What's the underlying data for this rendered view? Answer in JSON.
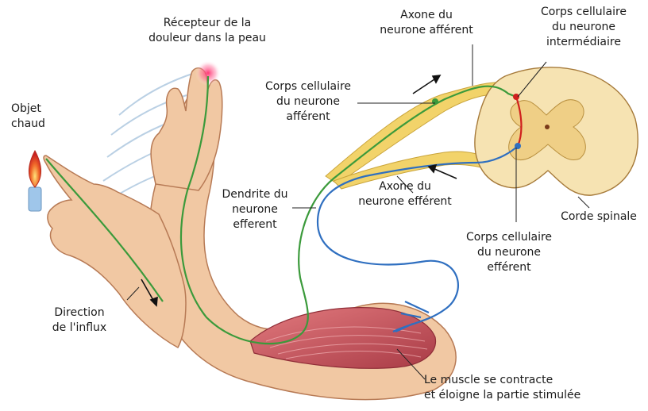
{
  "labels": {
    "pain_receptor": [
      "Récepteur de la",
      "douleur dans la peau"
    ],
    "hot_object": [
      "Objet",
      "chaud"
    ],
    "afferent_axon": [
      "Axone du",
      "neurone afférent"
    ],
    "interneuron_body": [
      "Corps cellulaire",
      "du neurone",
      "intermédiaire"
    ],
    "afferent_body": [
      "Corps cellulaire",
      "du neurone",
      "afférent"
    ],
    "afferent_dendrite": [
      "Dendrite du",
      "neurone",
      "efferent"
    ],
    "efferent_axon": [
      "Axone du",
      "neurone efférent"
    ],
    "spinal_cord": [
      "Corde spinale"
    ],
    "efferent_body": [
      "Corps cellulaire",
      "du neurone",
      "efférent"
    ],
    "impulse_direction": [
      "Direction",
      "de l'influx"
    ],
    "muscle": [
      "Le muscle se contracte",
      "et éloigne la partie stimulée"
    ]
  },
  "colors": {
    "skin": "#f1c8a3",
    "skin_outline": "#b77a55",
    "muscle": "#c2545c",
    "afferent_nerve": "#3b9a3b",
    "efferent_nerve": "#2f6fc0",
    "nerve_sheath": "#f2d36a",
    "spinal_cord": "#f6e3b2",
    "grey_matter": "#efcf86",
    "receptor_glow": "#e0306a",
    "flame": "#e0402a",
    "candle": "#9fc6ea"
  }
}
